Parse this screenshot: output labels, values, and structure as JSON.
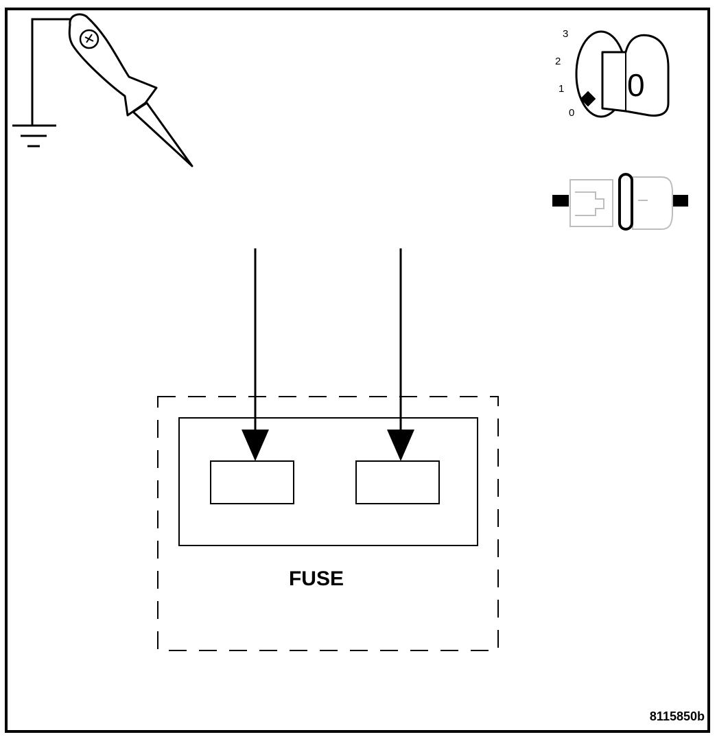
{
  "fuse": {
    "label": "FUSE"
  },
  "figure": {
    "id": "8115850b"
  },
  "ignition": {
    "positions": [
      "3",
      "2",
      "1",
      "0"
    ],
    "key_letter": "0",
    "icon": "ignition-key-icon"
  },
  "probe": {
    "icon": "test-probe-icon",
    "ground_icon": "ground-symbol-icon"
  },
  "connector": {
    "icon": "disconnected-connector-icon"
  },
  "arrows": {
    "count": 2,
    "icon": "arrow-down-icon"
  },
  "colors": {
    "line": "#000000",
    "background": "#ffffff",
    "faded": "#bdbdbd"
  }
}
